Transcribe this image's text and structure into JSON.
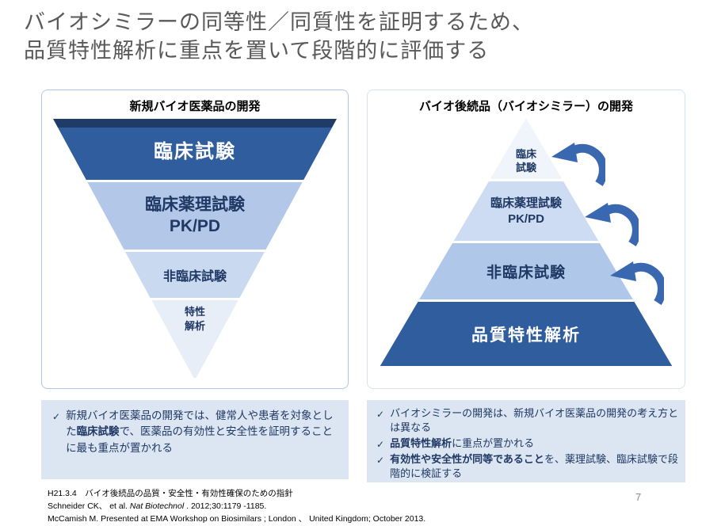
{
  "slide": {
    "title_line1": "バイオシミラーの同等性／同質性を証明するため、",
    "title_line2": "品質特性解析に重点を置いて段階的に評価する",
    "page_number": "7",
    "bullet_char": "✓"
  },
  "left_panel": {
    "header": "新規バイオ医薬品の開発",
    "pyramid": {
      "level1": [
        "臨床試験"
      ],
      "level2": [
        "臨床薬理試験",
        "PK/PD"
      ],
      "level3": [
        "非臨床試験"
      ],
      "level4": [
        "特性",
        "解析"
      ]
    },
    "bullets": [
      {
        "segments": [
          {
            "text": "新規バイオ医薬品の開発では、健常人や患者を対象とした",
            "bold": false
          },
          {
            "text": "臨床試験",
            "bold": true
          },
          {
            "text": "で、医薬品の有効性と安全性を証明することに最も重点が置かれる",
            "bold": false
          }
        ]
      }
    ]
  },
  "right_panel": {
    "header": "バイオ後続品（バイオシミラー）の開発",
    "pyramid": {
      "level1": [
        "臨床",
        "試験"
      ],
      "level2": [
        "臨床薬理試験",
        "PK/PD"
      ],
      "level3": [
        "非臨床試験"
      ],
      "level4": [
        "品質特性解析"
      ]
    },
    "bullets": [
      {
        "segments": [
          {
            "text": "バイオシミラーの開発は、新規バイオ医薬品の開発の考え方とは異なる",
            "bold": false
          }
        ]
      },
      {
        "segments": [
          {
            "text": "品質特性解析",
            "bold": true
          },
          {
            "text": "に重点が置かれる",
            "bold": false
          }
        ]
      },
      {
        "segments": [
          {
            "text": "有効性や安全性が同等であること",
            "bold": true
          },
          {
            "text": "を、薬理試験、臨床試験で段階的に検証する",
            "bold": false
          }
        ]
      }
    ]
  },
  "footer": {
    "line1": "H21.3.4　バイオ後続品の品質・安全性・有効性確保のための指針",
    "line2_segments": [
      {
        "text": "Schneider CK、 et al. ",
        "italic": false
      },
      {
        "text": "Nat Biotechnol",
        "italic": true
      },
      {
        "text": " . 2012;30:1179 -1185.",
        "italic": false
      }
    ],
    "line3": "McCamish M. Presented at  EMA Workshop on  Biosimilars ; London 、 United Kingdom; October 2013."
  },
  "colors": {
    "dark_blue": "#2F5D9E",
    "mid_blue": "#AFC7E8",
    "light_blue": "#CDDCF2",
    "pale_blue": "#F0F4FB",
    "note_bg": "#DCE6F2",
    "navy_text": "#1F3864",
    "arrow_blue": "#3A68B0",
    "title_gray": "#595959"
  }
}
